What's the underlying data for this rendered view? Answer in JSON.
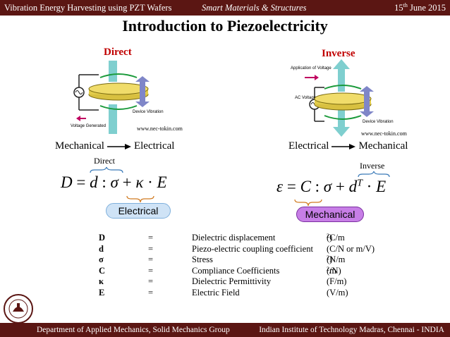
{
  "header": {
    "left": "Vibration Energy Harvesting using PZT Wafers",
    "center": "Smart Materials & Structures",
    "date_day": "15",
    "date_suffix": "th",
    "date_rest": " June 2015"
  },
  "title": "Introduction to Piezoelectricity",
  "direct": {
    "heading": "Direct",
    "fig_labels": {
      "voltage_generated": "Voltage Generated",
      "device_vibration": "Device Vibration"
    },
    "credit": "www.nec-tokin.com",
    "flow_from": "Mechanical",
    "flow_to": "Electrical",
    "brace_label": "Direct",
    "equation": {
      "lhs": "D",
      "d": "d",
      "sigma": "σ",
      "kappa": "κ",
      "E": "E"
    },
    "pill": "Electrical"
  },
  "inverse": {
    "heading": "Inverse",
    "fig_labels": {
      "application": "Application of Voltage",
      "ac_voltage": "AC Voltage",
      "device_vibration": "Device Vibration"
    },
    "credit": "www.nec-tokin.com",
    "flow_from": "Electrical",
    "flow_to": "Mechanical",
    "brace_label": "Inverse",
    "equation": {
      "lhs": "ε",
      "C": "C",
      "sigma": "σ",
      "d": "d",
      "T": "T",
      "E": "E"
    },
    "pill": "Mechanical"
  },
  "definitions": [
    {
      "symbol": "D",
      "eq": "=",
      "desc": "Dielectric displacement",
      "unit_pre": "(C/m",
      "unit_sup": "2",
      "unit_post": " )"
    },
    {
      "symbol": "d",
      "eq": "=",
      "desc": "Piezo-electric coupling coefficient",
      "unit_pre": "(C/N or m/V)",
      "unit_sup": "",
      "unit_post": ""
    },
    {
      "symbol": "σ",
      "eq": "=",
      "desc": "Stress",
      "unit_pre": "(N/m",
      "unit_sup": "2",
      "unit_post": ")"
    },
    {
      "symbol": "C",
      "eq": "=",
      "desc": "Compliance Coefficients",
      "unit_pre": "(m",
      "unit_sup": "2",
      "unit_post": "/N)"
    },
    {
      "symbol": "κ",
      "eq": "=",
      "desc": "Dielectric Permittivity",
      "unit_pre": "(F/m)",
      "unit_sup": "",
      "unit_post": ""
    },
    {
      "symbol": "E",
      "eq": "=",
      "desc": "Electric Field",
      "unit_pre": "(V/m)",
      "unit_sup": "",
      "unit_post": ""
    }
  ],
  "footer": {
    "left": "Department of Applied Mechanics, Solid Mechanics Group",
    "right": "Indian Institute of Technology Madras, Chennai - INDIA"
  },
  "colors": {
    "bar": "#5b1613",
    "heading_red": "#c00000",
    "pill_electrical": "#cfe3f6",
    "pill_mechanical": "#c77ee6"
  }
}
